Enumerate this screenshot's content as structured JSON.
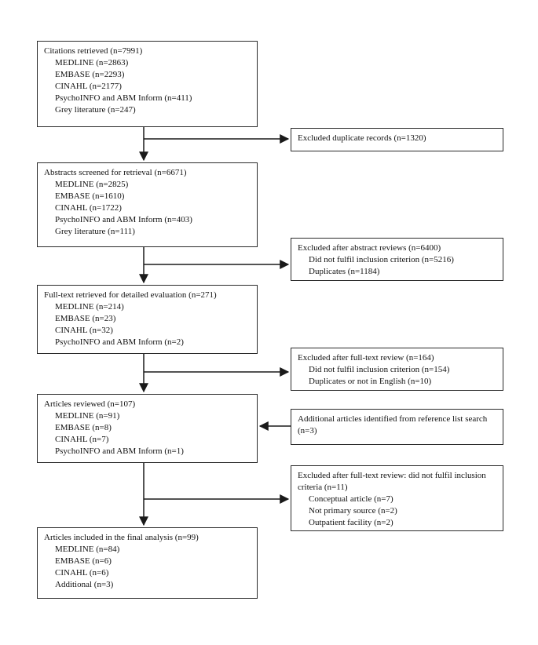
{
  "page": {
    "background_color": "#ffffff",
    "line_color": "#1a1a1a",
    "box_border_color": "#2a2a2a"
  },
  "flowchart": {
    "main_boxes": [
      {
        "title": "Citations retrieved (n=7991)",
        "items": [
          "MEDLINE (n=2863)",
          "EMBASE (n=2293)",
          "CINAHL (n=2177)",
          "PsychoINFO and ABM Inform (n=411)",
          "Grey literature (n=247)"
        ]
      },
      {
        "title": "Abstracts screened for retrieval (n=6671)",
        "items": [
          "MEDLINE (n=2825)",
          "EMBASE (n=1610)",
          "CINAHL (n=1722)",
          "PsychoINFO and ABM Inform (n=403)",
          "Grey literature (n=111)"
        ]
      },
      {
        "title": "Full-text retrieved for detailed evaluation (n=271)",
        "items": [
          "MEDLINE (n=214)",
          "EMBASE (n=23)",
          "CINAHL (n=32)",
          "PsychoINFO and ABM Inform (n=2)"
        ]
      },
      {
        "title": "Articles reviewed (n=107)",
        "items": [
          "MEDLINE (n=91)",
          "EMBASE (n=8)",
          "CINAHL (n=7)",
          "PsychoINFO and ABM Inform (n=1)"
        ]
      },
      {
        "title": "Articles included in the final analysis (n=99)",
        "items": [
          "MEDLINE (n=84)",
          "EMBASE (n=6)",
          "CINAHL (n=6)",
          "Additional (n=3)"
        ]
      }
    ],
    "side_boxes": [
      {
        "title": "Excluded duplicate records (n=1320)",
        "items": []
      },
      {
        "title": "Excluded after abstract reviews (n=6400)",
        "items": [
          "Did not fulfil inclusion criterion (n=5216)",
          "Duplicates (n=1184)"
        ]
      },
      {
        "title": "Excluded after full-text review (n=164)",
        "items": [
          "Did not fulfil inclusion criterion (n=154)",
          "Duplicates or not in English (n=10)"
        ]
      },
      {
        "title": "Additional articles identified from reference list search (n=3)",
        "items": []
      },
      {
        "title": "Excluded after full-text review: did not fulfil inclusion criteria (n=11)",
        "items": [
          "Conceptual article (n=7)",
          "Not primary source (n=2)",
          "Outpatient facility (n=2)"
        ]
      }
    ]
  }
}
